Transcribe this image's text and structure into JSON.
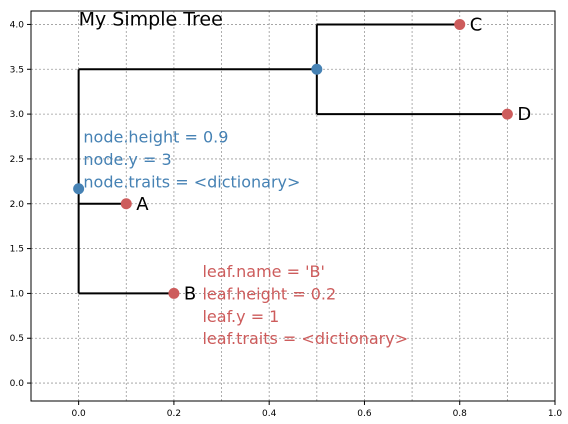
{
  "chart_data": {
    "type": "tree",
    "title": "My Simple Tree",
    "xlim": [
      -0.1,
      1.0
    ],
    "ylim": [
      -0.2,
      4.15
    ],
    "x_ticks": [
      "0.0",
      "0.2",
      "0.4",
      "0.6",
      "0.8",
      "1.0"
    ],
    "x_tick_values": [
      0.0,
      0.2,
      0.4,
      0.6,
      0.8,
      1.0
    ],
    "y_ticks": [
      "0.0",
      "0.5",
      "1.0",
      "1.5",
      "2.0",
      "2.5",
      "3.0",
      "3.5",
      "4.0"
    ],
    "y_tick_values": [
      0.0,
      0.5,
      1.0,
      1.5,
      2.0,
      2.5,
      3.0,
      3.5,
      4.0
    ],
    "grid": true,
    "x_grid_values": [
      -0.1,
      0.0,
      0.1,
      0.2,
      0.3,
      0.4,
      0.5,
      0.6,
      0.7,
      0.8,
      0.9
    ],
    "y_grid_values": [
      0.0,
      0.5,
      1.0,
      1.5,
      2.0,
      2.5,
      3.0,
      3.5,
      4.0
    ],
    "internal_nodes": [
      {
        "id": "root",
        "x": 0.0,
        "y": 2.167,
        "child_ys": [
          1.0,
          2.0,
          3.5
        ]
      },
      {
        "id": "n1",
        "x": 0.5,
        "y": 3.5,
        "child_ys": [
          3.0,
          4.0
        ]
      }
    ],
    "leaves": [
      {
        "name": "A",
        "x": 0.1,
        "y": 2.0,
        "parent_x": 0.0
      },
      {
        "name": "B",
        "x": 0.2,
        "y": 1.0,
        "parent_x": 0.0
      },
      {
        "name": "C",
        "x": 0.8,
        "y": 4.0,
        "parent_x": 0.5
      },
      {
        "name": "D",
        "x": 0.9,
        "y": 3.0,
        "parent_x": 0.5
      }
    ],
    "internal_link": {
      "from_x": 0.0,
      "to_x": 0.5,
      "y": 3.5
    },
    "node_annotation": {
      "lines": [
        "node.height = 0.9",
        "node.y = 3",
        "node.traits = <dictionary>"
      ],
      "anchor_x": 0.01,
      "anchor_y": 2.75,
      "line_step": 0.25
    },
    "leaf_annotation": {
      "lines": [
        "leaf.name = 'B'",
        "leaf.height = 0.2",
        "leaf.y = 1",
        "leaf.traits = <dictionary>"
      ],
      "anchor_x": 0.26,
      "anchor_y": 1.25,
      "line_step": 0.25
    },
    "colors": {
      "internal": "#4682b4",
      "leaf": "#cd5c5c",
      "node_text": "#4682b4",
      "leaf_text": "#cd5c5c"
    }
  }
}
